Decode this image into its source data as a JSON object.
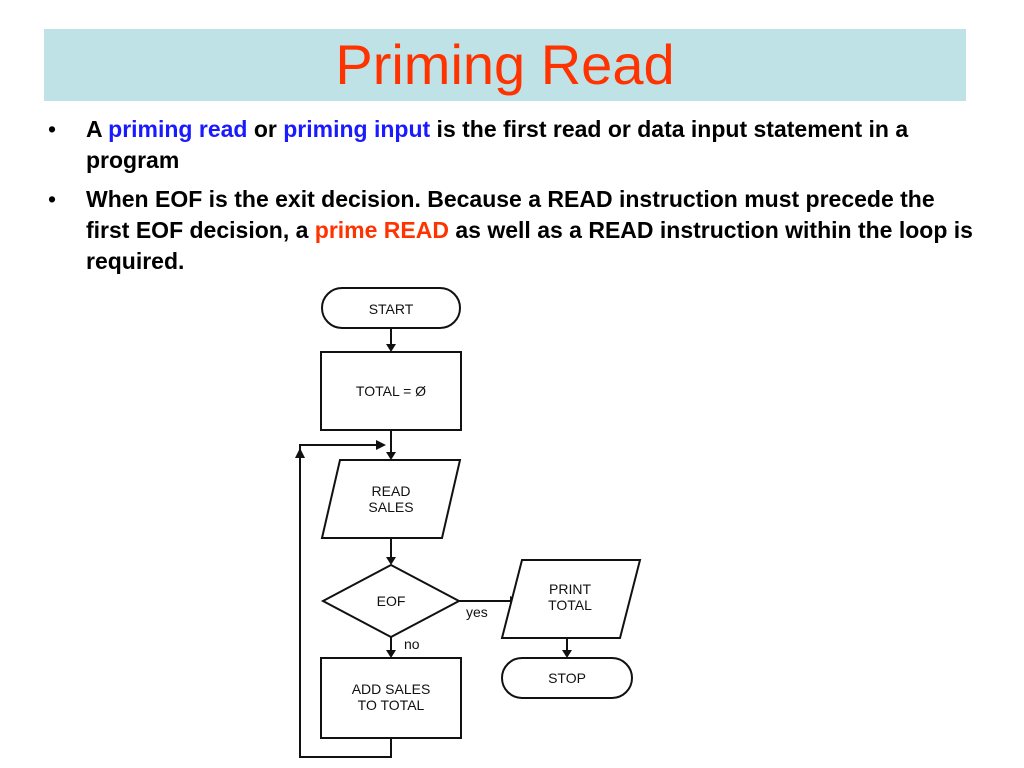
{
  "title": "Priming Read",
  "bullets": [
    {
      "marker": "•",
      "segments": [
        {
          "text": "A ",
          "style": "normal"
        },
        {
          "text": "priming read",
          "style": "blue"
        },
        {
          "text": " or ",
          "style": "normal"
        },
        {
          "text": "priming input",
          "style": "blue"
        },
        {
          "text": " is the first read or data input statement in a program",
          "style": "normal"
        }
      ]
    },
    {
      "marker": "•",
      "segments": [
        {
          "text": "When EOF is the exit decision. Because a READ instruction must precede the first EOF decision, a ",
          "style": "normal"
        },
        {
          "text": "prime READ",
          "style": "red"
        },
        {
          "text": " as well as a READ instruction within the loop is required.",
          "style": "normal"
        }
      ]
    }
  ],
  "colors": {
    "title_bar_bg": "#bfe2e6",
    "title_text": "#ff3300",
    "highlight_blue": "#1a1aff",
    "highlight_red": "#ff3300"
  },
  "flowchart": {
    "start": "START",
    "init": "TOTAL = Ø",
    "read_line1": "READ",
    "read_line2": "SALES",
    "decision": "EOF",
    "yes_label": "yes",
    "no_label": "no",
    "print_line1": "PRINT",
    "print_line2": "TOTAL",
    "stop": "STOP",
    "add_line1": "ADD SALES",
    "add_line2": "TO TOTAL"
  }
}
